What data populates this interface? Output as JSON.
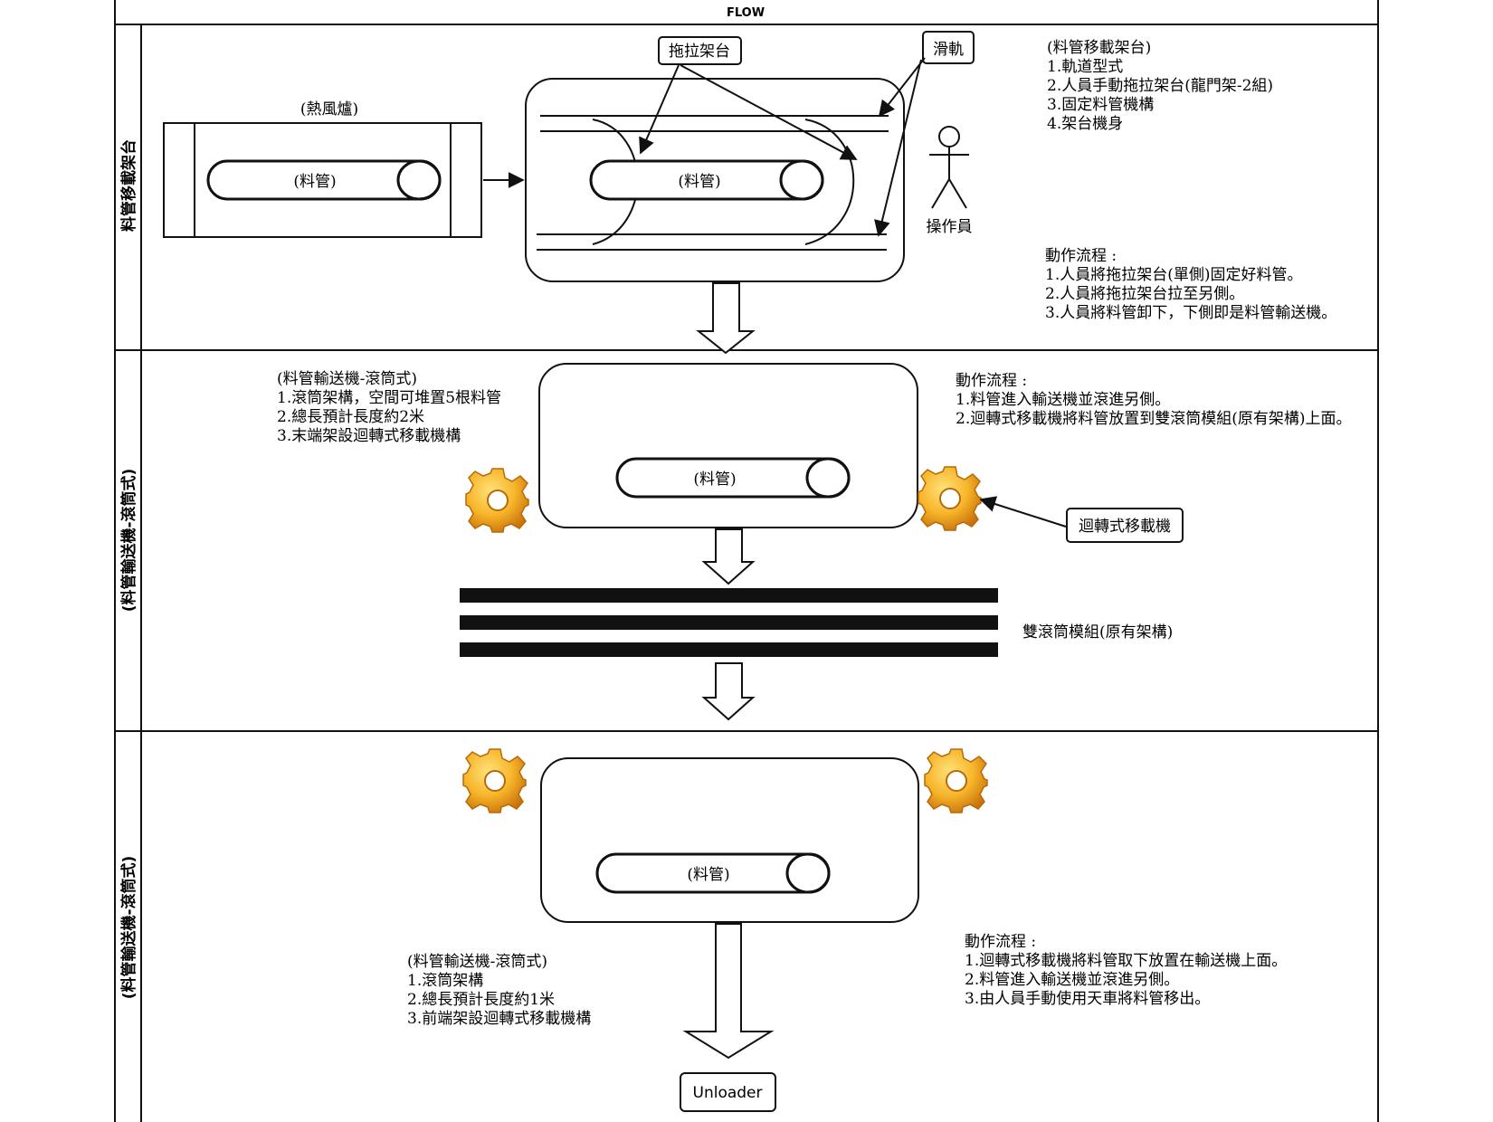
{
  "header": {
    "title": "FLOW"
  },
  "lanes": [
    {
      "label": "料管移載架台"
    },
    {
      "label": "(料管輸送機-滾筒式)"
    },
    {
      "label": "(料管輸送機-滾筒式)"
    }
  ],
  "section1": {
    "oven_label": "(熱風爐)",
    "tube_label": "(料管)",
    "callout_drag": "拖拉架台",
    "callout_rail": "滑軌",
    "operator_label": "操作員",
    "spec_lines": [
      "(料管移載架台)",
      "1.軌道型式",
      "2.人員手動拖拉架台(龍門架-2組)",
      "3.固定料管機構",
      "4.架台機身"
    ],
    "flow_lines": [
      "動作流程 :",
      "1.人員將拖拉架台(單側)固定好料管。",
      "2.人員將拖拉架台拉至另側。",
      "3.人員將料管卸下，下側即是料管輸送機。"
    ]
  },
  "section2": {
    "spec_lines": [
      "(料管輸送機-滾筒式)",
      "1.滾筒架構，空間可堆置5根料管",
      "2.總長預計長度約2米",
      "3.末端架設迴轉式移載機構"
    ],
    "flow_lines": [
      "動作流程 :",
      "1.料管進入輸送機並滾進另側。",
      "2.迴轉式移載機將料管放置到雙滾筒模組(原有架構)上面。"
    ],
    "tube_label": "(料管)",
    "callout_rotary": "迴轉式移載機",
    "rollers_label": "雙滾筒模組(原有架構)"
  },
  "section3": {
    "tube_label": "(料管)",
    "spec_lines": [
      "(料管輸送機-滾筒式)",
      "1.滾筒架構",
      "2.總長預計長度約1米",
      "3.前端架設迴轉式移載機構"
    ],
    "flow_lines": [
      "動作流程 :",
      "1.迴轉式移載機將料管取下放置在輸送機上面。",
      "2.料管進入輸送機並滾進另側。",
      "3.由人員手動使用天車將料管移出。"
    ],
    "unloader_label": "Unloader"
  },
  "icons": {
    "gear": "gear-icon",
    "operator": "stick-figure-icon"
  },
  "colors": {
    "line": "#111111",
    "gear_light": "#f7c23a",
    "gear_dark": "#d98a0c",
    "roller": "#111111"
  }
}
